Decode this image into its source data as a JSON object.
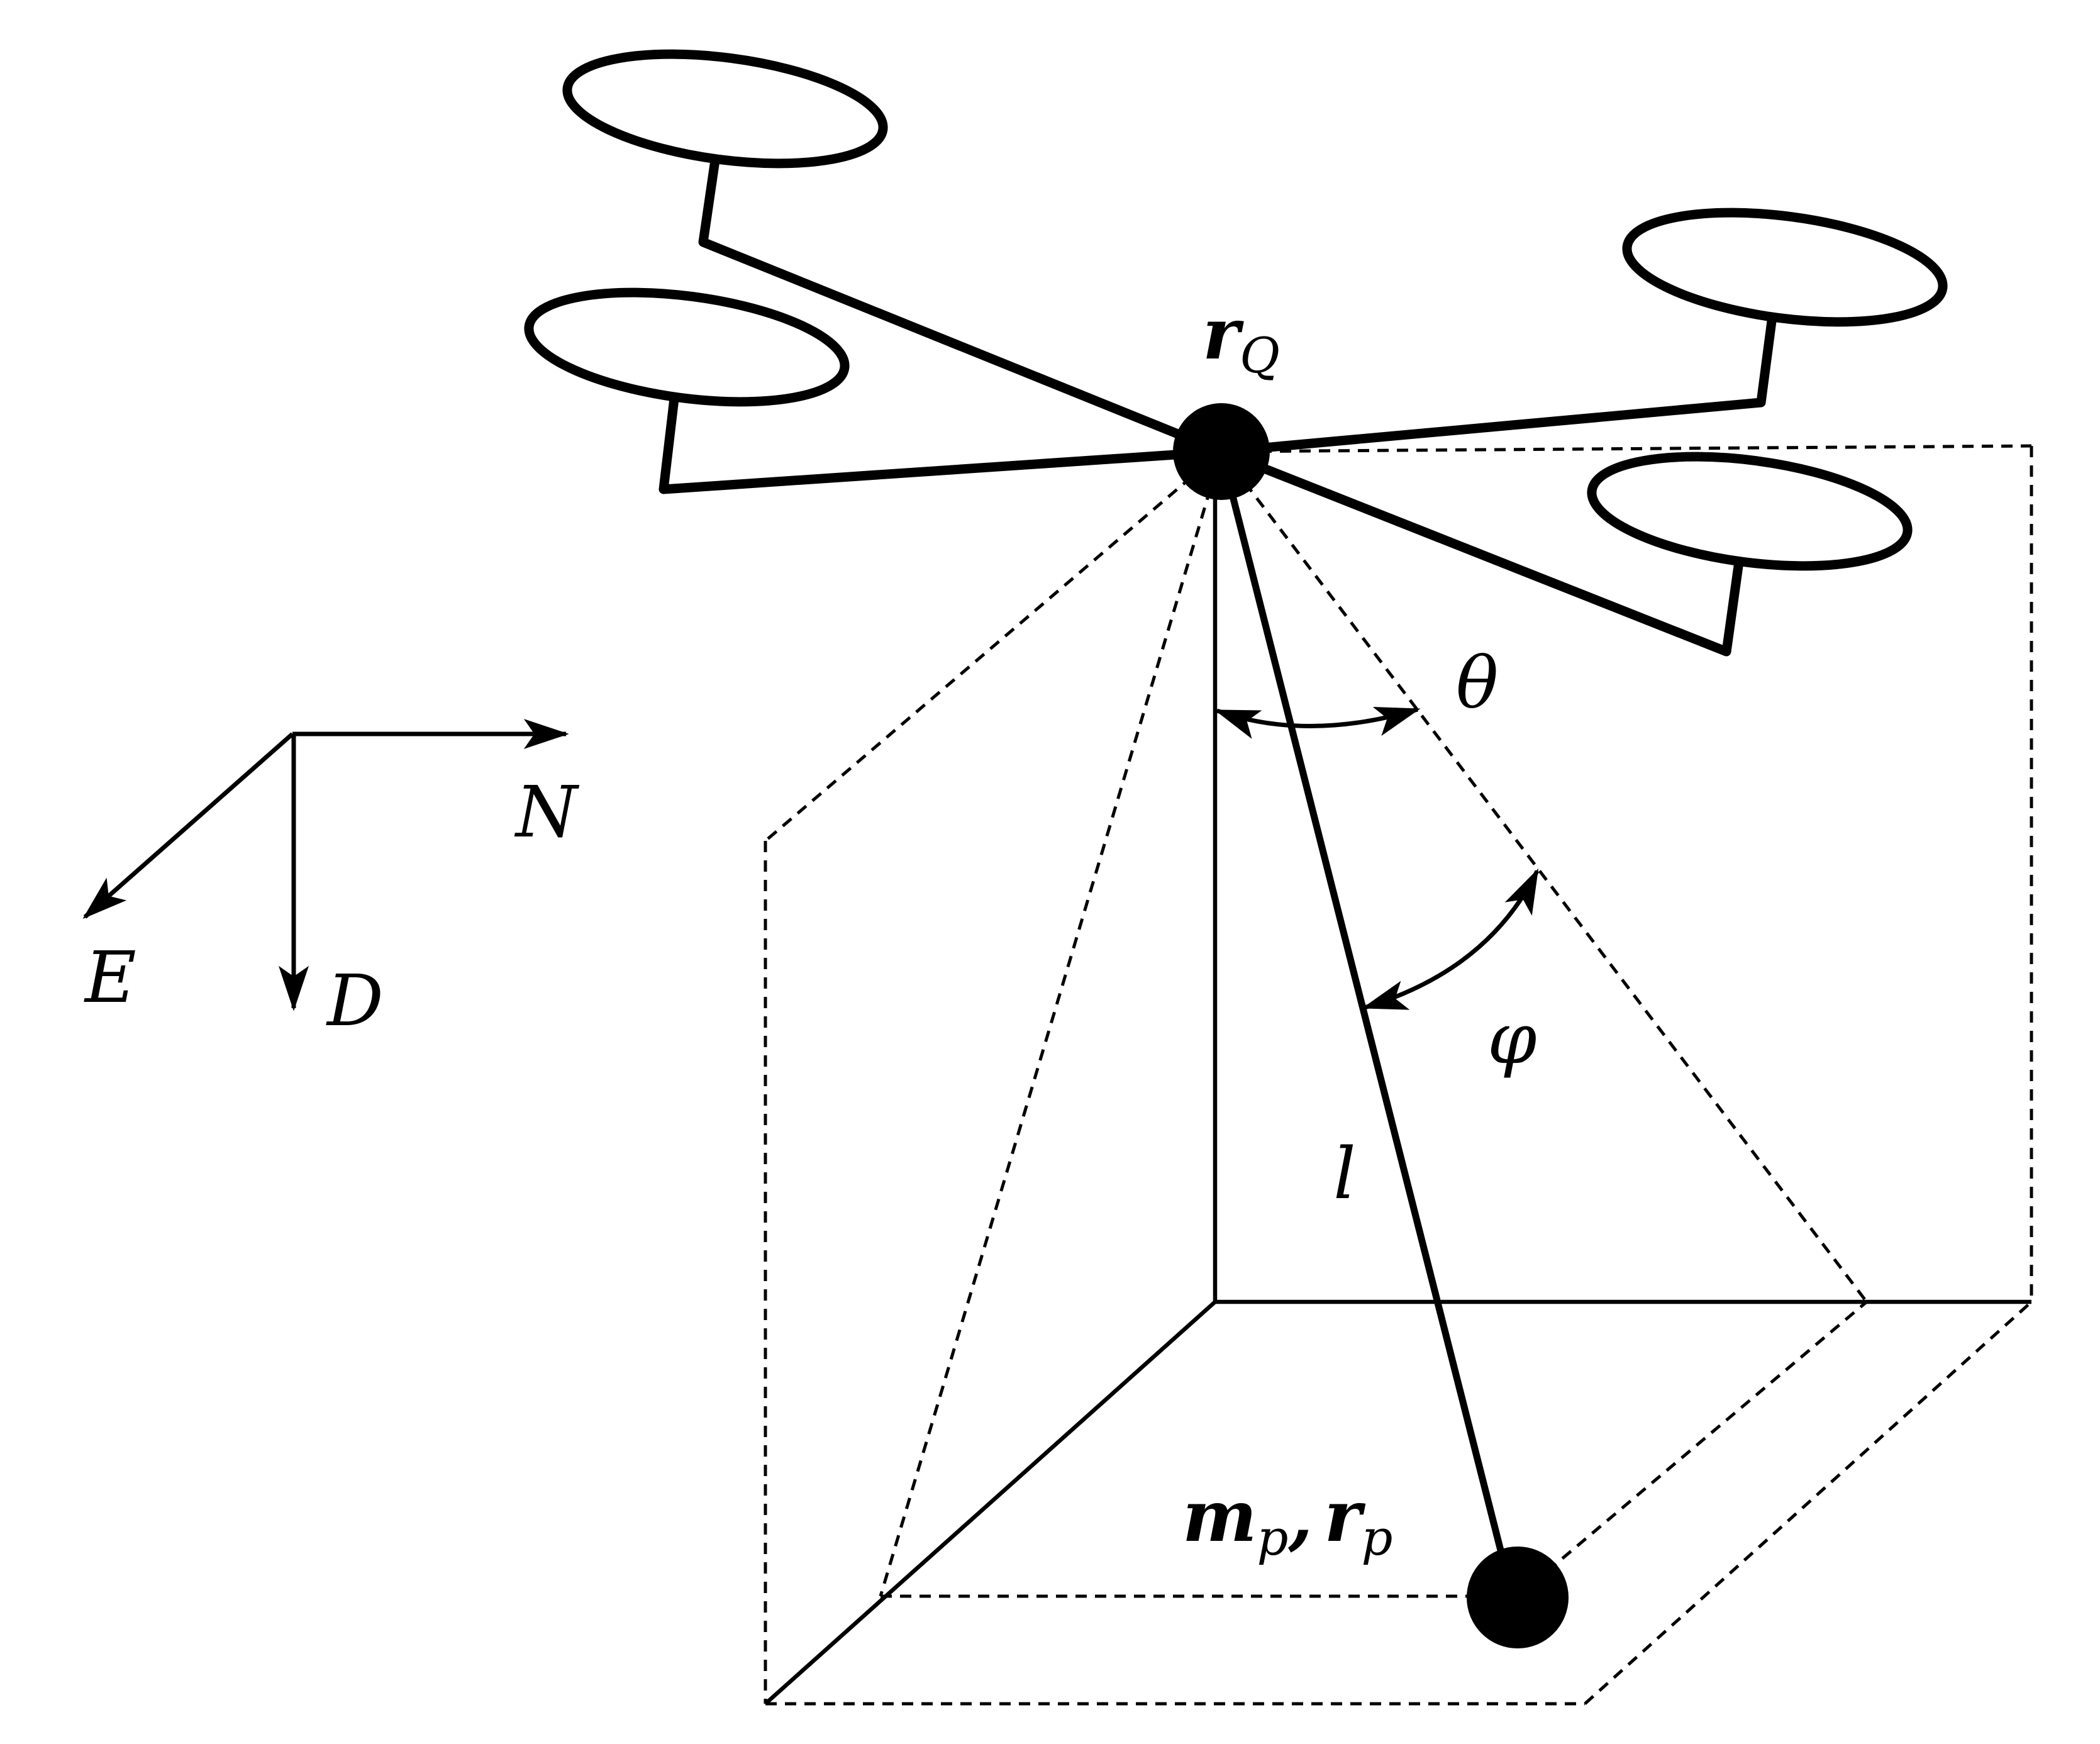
{
  "labels": {
    "quad_position": "r",
    "quad_position_sub": "Q",
    "theta": "θ",
    "phi": "φ",
    "cable_length": "l",
    "payload_mass": "m",
    "payload_mass_sub": "p",
    "payload_sep": ",",
    "payload_position": "r",
    "payload_position_sub": "p",
    "north": "N",
    "east": "E",
    "down": "D"
  }
}
